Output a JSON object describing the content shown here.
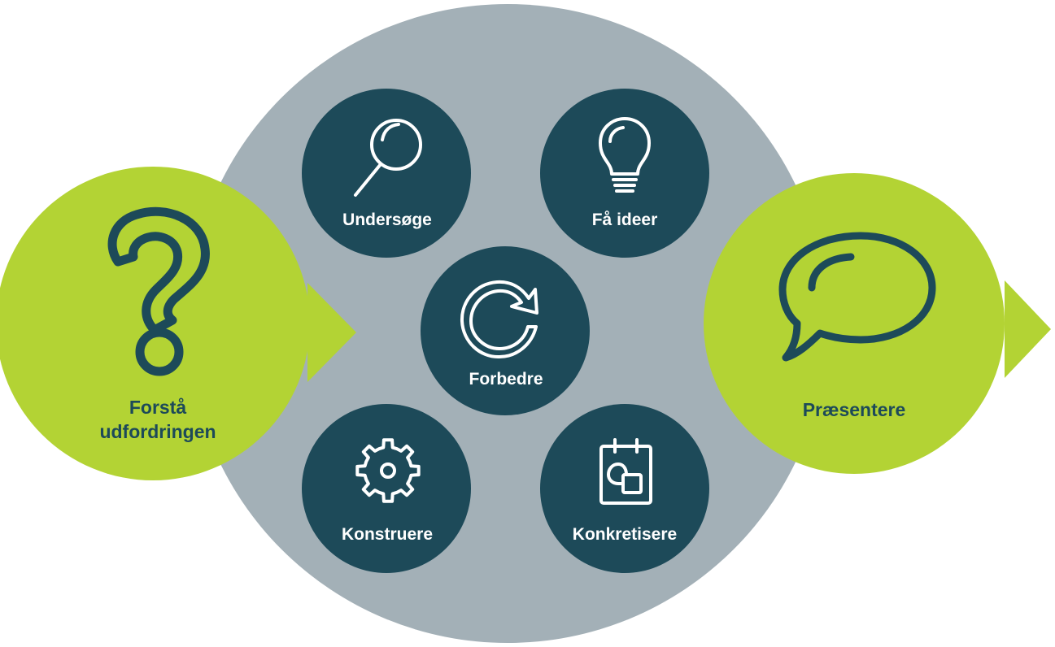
{
  "colors": {
    "big_circle": "#a3b0b7",
    "dark_teal": "#1d4a59",
    "lime_green": "#b3d334",
    "icon_stroke_dark": "#1d4a59",
    "icon_stroke_light": "#ffffff"
  },
  "steps": {
    "understand": {
      "line1": "Forstå",
      "line2": "udfordringen",
      "icon": "question-mark-icon"
    },
    "investigate": {
      "label": "Undersøge",
      "icon": "magnifier-icon"
    },
    "ideas": {
      "label": "Få ideer",
      "icon": "lightbulb-icon"
    },
    "improve": {
      "label": "Forbedre",
      "icon": "refresh-icon"
    },
    "construct": {
      "label": "Konstruere",
      "icon": "gear-icon"
    },
    "concretize": {
      "label": "Konkretisere",
      "icon": "notepad-icon"
    },
    "present": {
      "label": "Præsentere",
      "icon": "speech-bubble-icon"
    }
  }
}
